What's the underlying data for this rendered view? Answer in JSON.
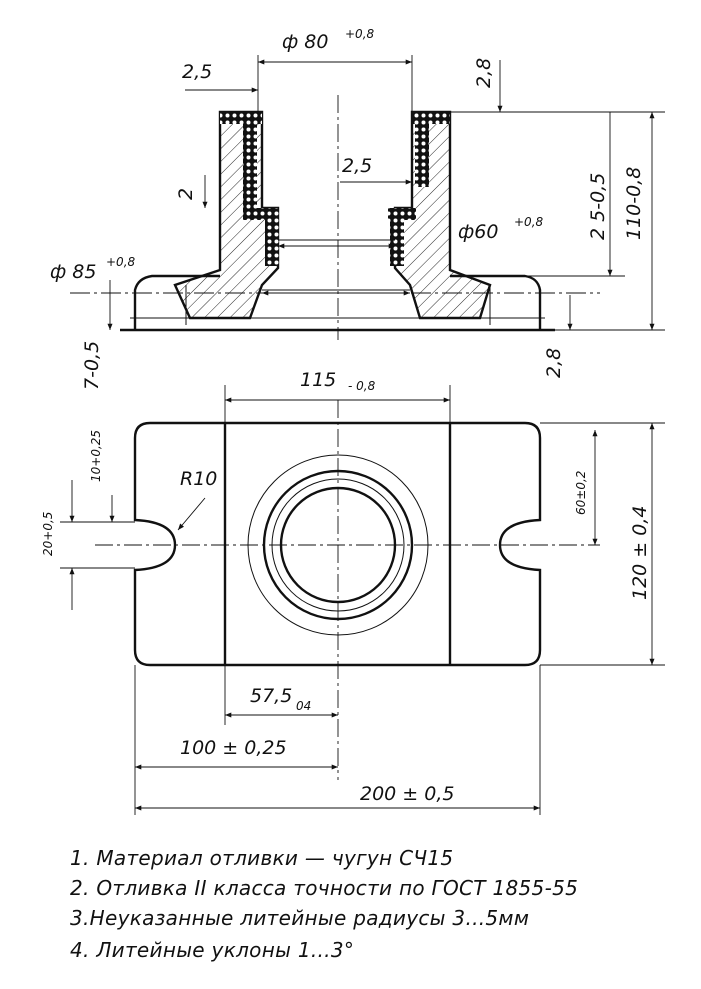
{
  "dimensions": {
    "d80": "ф 80",
    "d80_tol": "+0,8",
    "t25_top": "2,5",
    "t28_top": "2,8",
    "t25_mid": "2,5",
    "t2": "2",
    "d60": "ф60",
    "d60_tol": "+0,8",
    "d85": "ф 85",
    "d85_tol": "+0,8",
    "h25": "2 5-0,5",
    "h110": "110-0,8",
    "h7": "7-0,5",
    "t28_bot": "2,8",
    "w115": "115",
    "w115_tol": "- 0,8",
    "v10": "10+0,25",
    "v20": "20+0,5",
    "r10": "R10",
    "v60": "60±0,2",
    "h120": "120 ± 0,4",
    "w575": "57,5",
    "w575_tol": "04",
    "w100": "100 ± 0,25",
    "w200": "200 ± 0,5"
  },
  "notes": [
    "1. Материал отливки — чугун СЧ15",
    "2. Отливка II класса точности по ГОСТ 1855-55",
    "3.Неуказанные литейные радиусы 3...5мм",
    "4. Литейные уклоны 1...3°"
  ]
}
